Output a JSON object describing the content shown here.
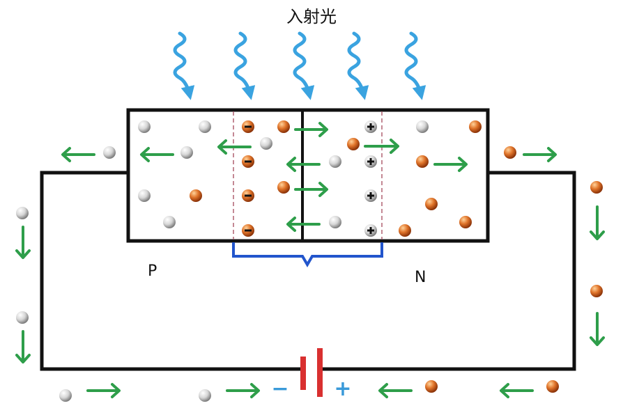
{
  "title": "入射光",
  "labels": {
    "p_region": "P",
    "n_region": "N"
  },
  "battery": {
    "negative_symbol": "−",
    "positive_symbol": "+"
  },
  "legend_colors": {
    "hole": "#d9d9d9",
    "electron": "#d2691e",
    "arrow": "#2e9e4a",
    "light": "#3aa3e0",
    "bracket": "#2255cc",
    "battery": "#d93030",
    "battery_sign": "#3a9ad9"
  },
  "icons": {
    "light_ray": "wavy-arrow-icon",
    "hole": "hole-sphere-icon",
    "electron": "electron-sphere-icon",
    "negative_ion": "negative-ion-icon",
    "positive_ion": "positive-ion-icon",
    "flow_arrow": "arrow-icon"
  }
}
